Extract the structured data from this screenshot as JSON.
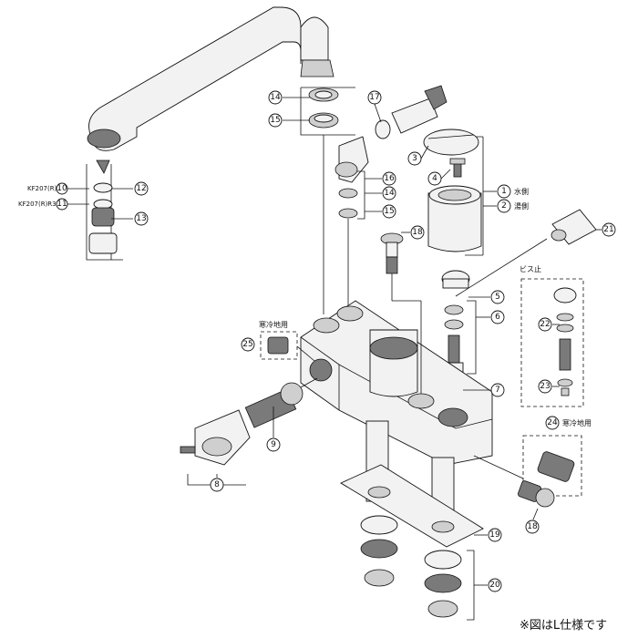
{
  "callouts": {
    "c1": "1",
    "c2": "2",
    "c3": "3",
    "c4": "4",
    "c5": "5",
    "c6": "6",
    "c7": "7",
    "c8": "8",
    "c9": "9",
    "c10": "10",
    "c11": "11",
    "c12": "12",
    "c13": "13",
    "c14a": "14",
    "c14b": "14",
    "c15a": "15",
    "c15b": "15",
    "c16": "16",
    "c17": "17",
    "c18a": "18",
    "c18b": "18",
    "c19": "19",
    "c20": "20",
    "c21": "21",
    "c22": "22",
    "c23": "23",
    "c24": "24",
    "c25": "25"
  },
  "labels": {
    "water_side": "水側",
    "hot_side": "湯側",
    "screw_stop": "ビス止",
    "cold_region_25": "寒冷地用",
    "cold_region_24": "寒冷地用",
    "kf207r": "KF207(R)",
    "kf207r3": "KF207(R)R3",
    "footnote": "※図はL仕様です"
  }
}
